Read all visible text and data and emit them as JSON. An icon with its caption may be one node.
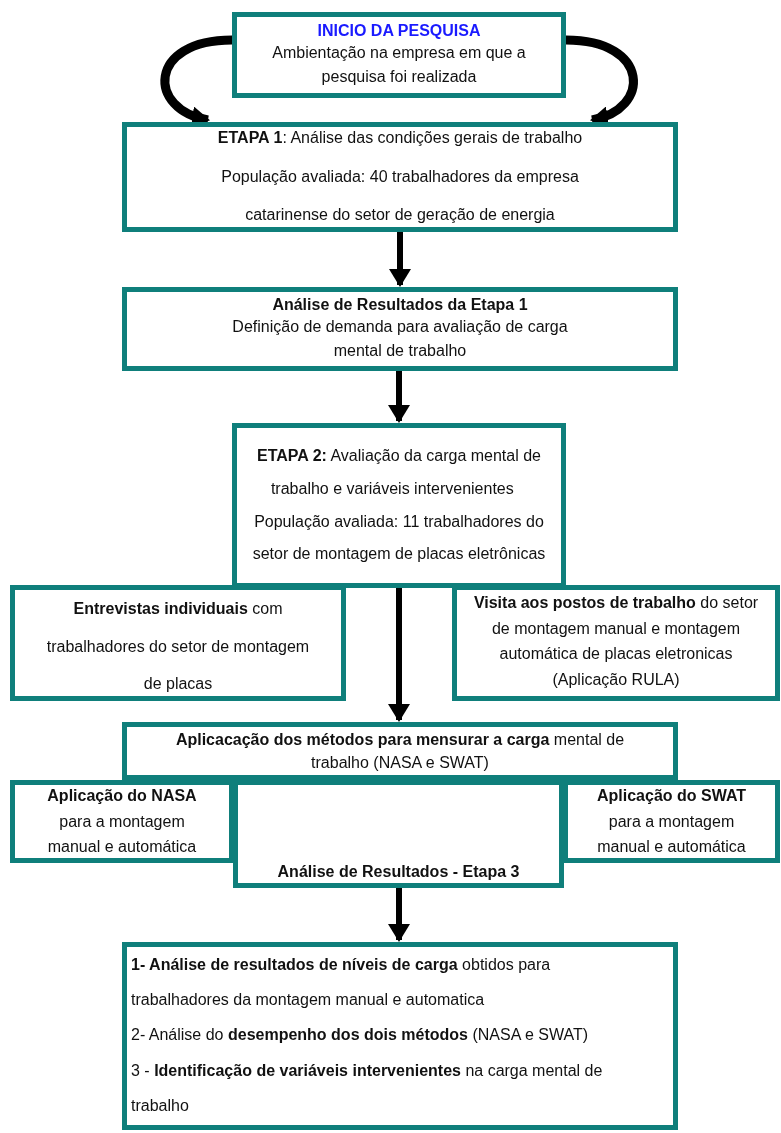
{
  "diagram": {
    "nodes": [
      {
        "text": [
          "INICIO DA PESQUISA",
          "Ambientação na empresa em que a pesquisa foi realizada"
        ]
      },
      {
        "text": [
          "**ETAPA 1**: Análise das condições gerais de trabalho",
          "População avaliada: 40 trabalhadores da empresa catarinense do setor de geração de energia"
        ]
      },
      {
        "text": [
          "Análise de Resultados da Etapa 1",
          "Definição de demanda para avaliação de carga mental de trabalho"
        ]
      },
      {
        "text": [
          "**ETAPA 2:** Avaliação da carga mental de trabalho e variáveis intervenientes",
          "População avaliada: 11 trabalhadores do setor de montagem de placas eletrônicas"
        ]
      },
      {
        "text": [
          "**Entrevistas individuais** com trabalhadores do setor de montagem de placas"
        ]
      },
      {
        "text": [
          "**Visita aos postos de trabalho** do setor de montagem manual e montagem automática de placas eletronicas (Aplicação RULA)"
        ]
      },
      {
        "text": [
          "**Aplicacação dos métodos para mensurar a carga** mental de trabalho (NASA e SWAT)"
        ]
      },
      {
        "text": [
          "Aplicação do NASA",
          "para a montagem manual e automática"
        ]
      },
      {
        "text": [
          "Análise de Resultados - Etapa 3"
        ]
      },
      {
        "text": [
          "Aplicação do SWAT",
          "para a montagem manual e automática"
        ]
      },
      {
        "text": [
          "**1- Análise de resultados de níveis de carga** obtidos para trabalhadores da montagem manual e automatica",
          "2- Análise do **desempenho dos dois métodos** (NASA e SWAT)",
          "3 - **Identificação de variáveis intervenientes** na carga mental de trabalho"
        ]
      }
    ],
    "edges": [
      {
        "from": 0,
        "to": 1,
        "arrow": "to"
      },
      {
        "from": 0,
        "to": 1,
        "arrow": "to"
      },
      {
        "from": 1,
        "to": 2,
        "arrow": "to"
      },
      {
        "from": 2,
        "to": 3,
        "arrow": "to"
      },
      {
        "from": 3,
        "to": 6,
        "arrow": "to"
      },
      {
        "from": 8,
        "to": 10,
        "arrow": "to"
      }
    ]
  }
}
